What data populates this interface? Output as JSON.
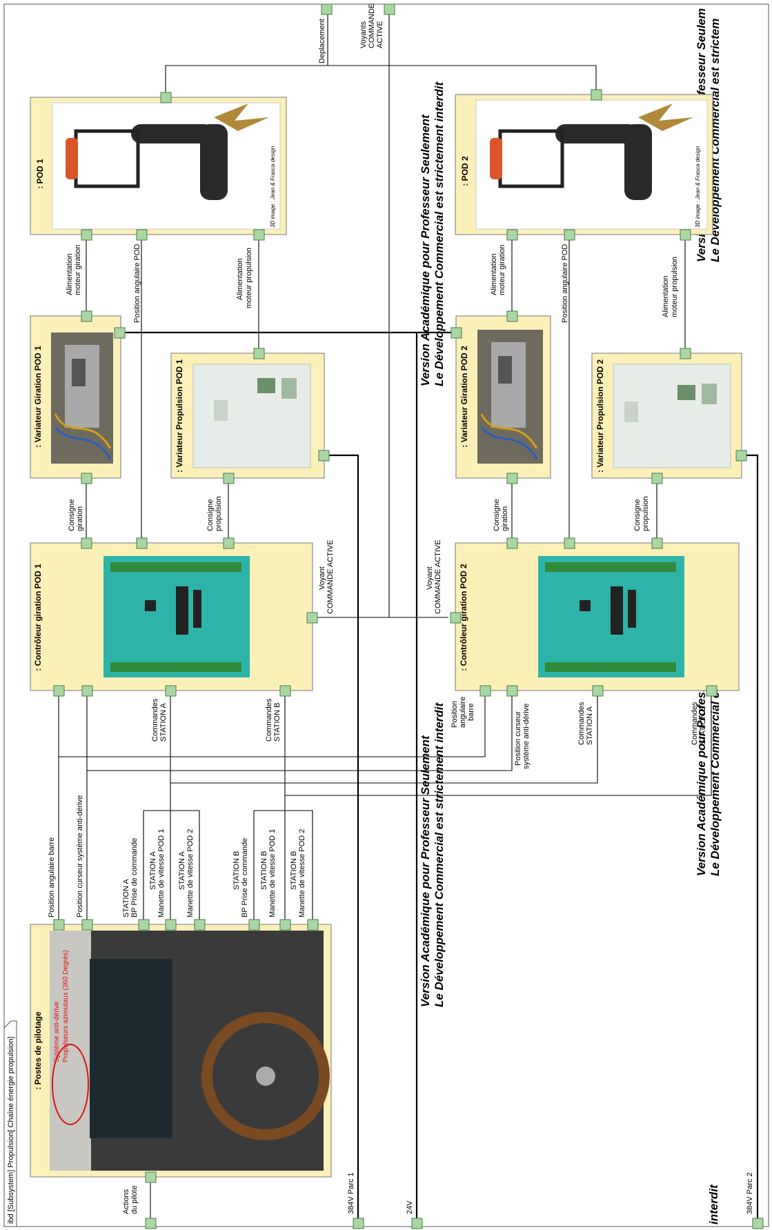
{
  "frame_title": "ibd [Subsystem] Propulsion[ Chaîne énergie propulsion]",
  "blocks": {
    "postes": {
      "title": ": Postes de pilotage",
      "photo_text": [
        "Système anti-dérive",
        "Propulseurs azimutaux (360 Degrés)"
      ]
    },
    "ctrl1": {
      "title": ": Contrôleur giration POD 1"
    },
    "ctrl2": {
      "title": ": Contrôleur giration POD 2"
    },
    "vg1": {
      "title": ": Variateur Giration POD 1"
    },
    "vg2": {
      "title": ": Variateur Giration POD 2"
    },
    "vp1": {
      "title": ": Variateur Propulsion POD 1"
    },
    "vp2": {
      "title": ": Variateur Propulsion POD 2"
    },
    "pod1": {
      "title": ": POD 1",
      "credit": "3D image : Jean & Frasca design"
    },
    "pod2": {
      "title": ": POD 2",
      "credit": "3D image : Jean & Frasca design"
    }
  },
  "labels": {
    "deplacement": "Deplacement",
    "voyants": [
      "Voyants",
      "COMMANDE",
      "ACTIVE"
    ],
    "alim_giration": [
      "Alimentation",
      "moteur giration"
    ],
    "alim_propulsion": [
      "Alimentation",
      "moteur propulsion"
    ],
    "position_angulaire_pod": "Position angulaire POD",
    "consigne_giration": [
      "Consigne",
      "giration"
    ],
    "consigne_propulsion": [
      "Consigne",
      "propulsion"
    ],
    "voyant_commande": [
      "Voyant",
      "COMMANDE ACTIVE"
    ],
    "position_angulaire_barre_3": [
      "Position",
      "angulaire",
      "barre"
    ],
    "position_curseur_2": [
      "Position curseur",
      "système anti-dérive"
    ],
    "commandes_a": [
      "Commandes",
      "STATION A"
    ],
    "commandes_b": [
      "Commandes",
      "STATION B"
    ],
    "position_angulaire_barre": "Position angulaire barre",
    "position_curseur": "Position curseur système anti-dérive",
    "station_a_bp": [
      "STATION A",
      "BP Prise de commande"
    ],
    "station_a_m1": [
      "STATION A",
      "Manette de vitesse POD 1"
    ],
    "station_a_m2": [
      "STATION A",
      "Manette de vitesse POD 2"
    ],
    "station_b_bp": [
      "STATION B",
      "BP Prise de commande"
    ],
    "station_b_m1": [
      "STATION B",
      "Manette de vitesse POD 1"
    ],
    "station_b_m2": [
      "STATION B",
      "Manette de vitesse POD 2"
    ],
    "actions_pilote": [
      "Actions",
      "du pilote"
    ],
    "v384_parc1": "384V Parc 1",
    "v24": "24V",
    "v384_parc2": "384V Parc 2"
  },
  "watermark": {
    "line1": "Version Académique pour Professeur Seulement",
    "line2": "Le Développement Commercial est strictement interdit",
    "frag_right_1": "Version Académique pour Professeur Seulem",
    "frag_right_2": "Le Développement Commercial est strictem",
    "frag_interdit": "interdit"
  },
  "colors": {
    "block_fill": "#fbf0b8",
    "port_fill": "#a9d6a3",
    "watermark": "#c8c8c8"
  }
}
